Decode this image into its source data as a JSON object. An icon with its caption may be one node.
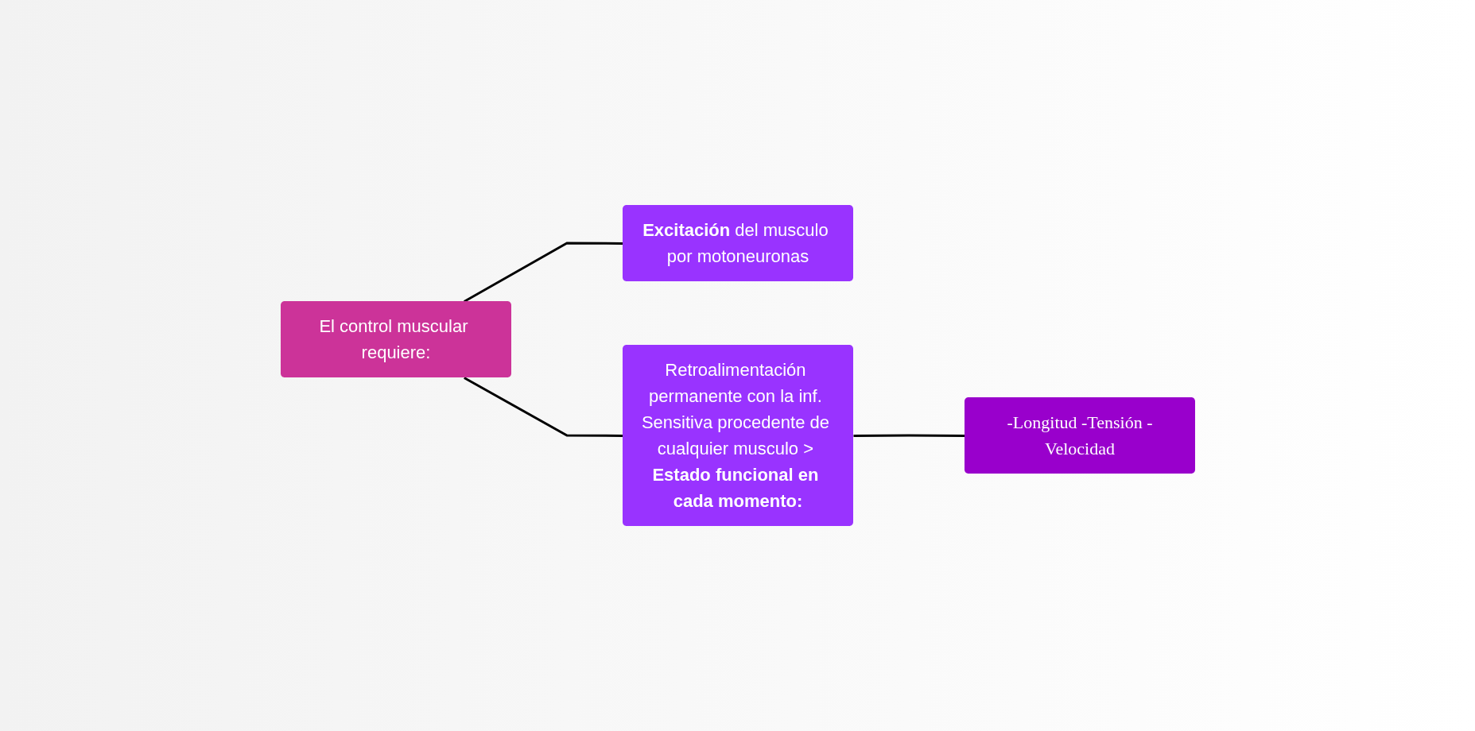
{
  "diagram": {
    "nodes": [
      {
        "text": [
          "El control muscular requiere:"
        ]
      },
      {
        "text": [
          "**Excitación** del musculo por motoneuronas"
        ]
      },
      {
        "text": [
          "Retroalimentación permanente con la inf. Sensitiva procedente de cualquier musculo > **Estado funcional en cada momento:**"
        ]
      },
      {
        "text": [
          "-Longitud -Tensión -Velocidad"
        ]
      }
    ],
    "edges": [
      {
        "from": 0,
        "to": 1,
        "arrow": "none"
      },
      {
        "from": 0,
        "to": 2,
        "arrow": "none"
      },
      {
        "from": 2,
        "to": 3,
        "arrow": "none"
      }
    ]
  }
}
